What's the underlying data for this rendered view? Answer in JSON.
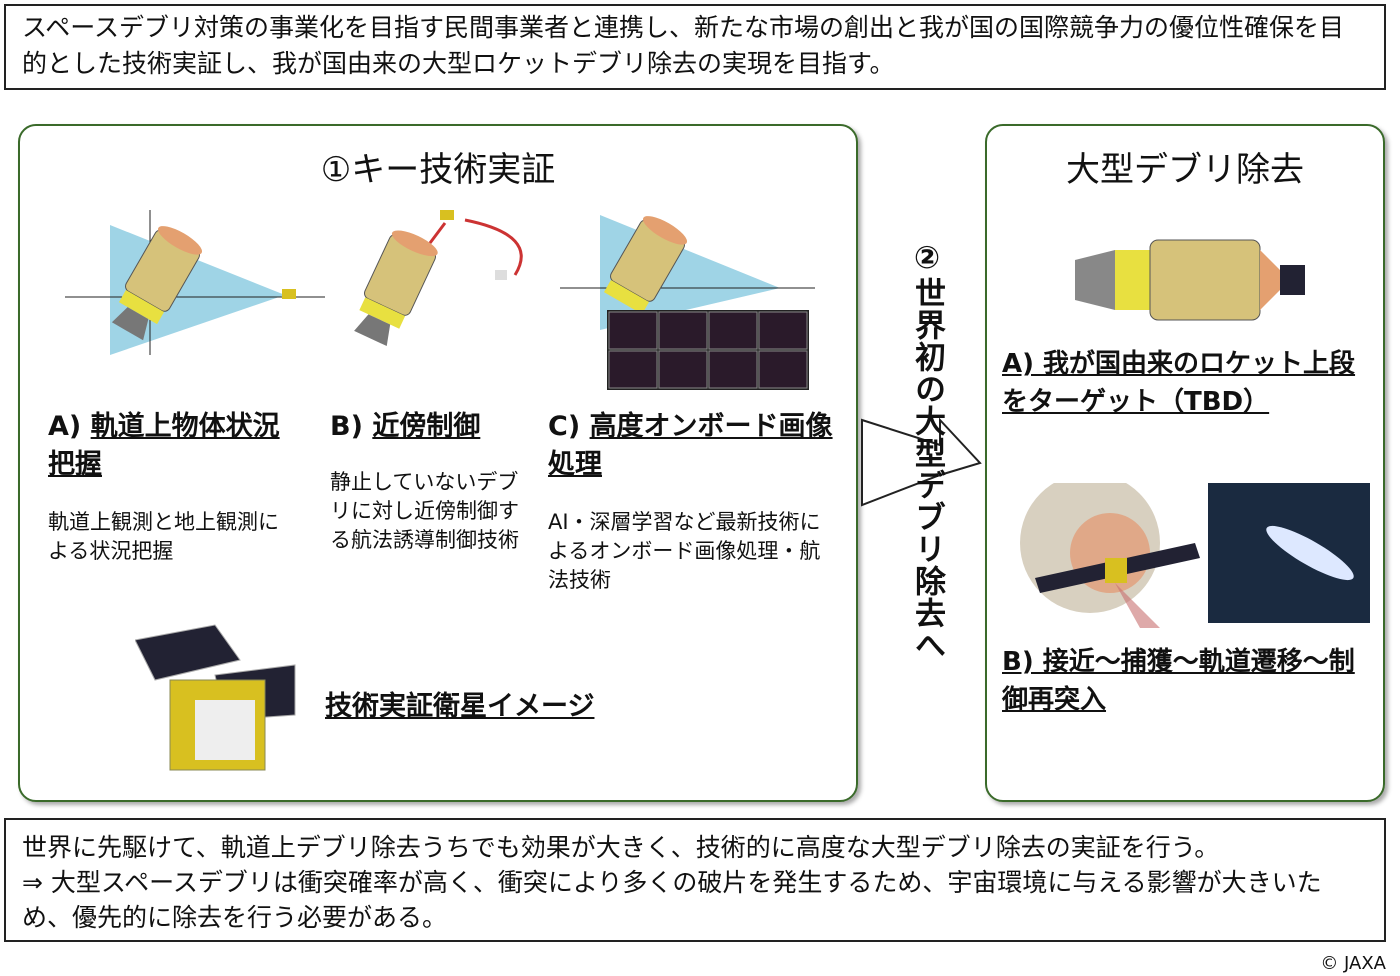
{
  "top_text": "スペースデブリ対策の事業化を目指す民間事業者と連携し、新たな市場の創出と我が国の国際競争力の優位性確保を目的とした技術実証し、我が国由来の大型ロケットデブリ除去の実現を目指す。",
  "left_panel": {
    "title": "①キー技術実証",
    "items": [
      {
        "prefix": "A) ",
        "heading": "軌道上物体状況把握",
        "desc": "軌道上観測と地上観測による状況把握"
      },
      {
        "prefix": "B) ",
        "heading": "近傍制御",
        "desc": "静止していないデブリに対し近傍制御する航法誘導制御技術"
      },
      {
        "prefix": "C) ",
        "heading": "高度オンボード画像処理",
        "desc": "AI・深層学習など最新技術によるオンボード画像処理・航法技術"
      }
    ],
    "satellite_caption": "技術実証衛星イメージ"
  },
  "arrow_text": "②世界初の大型デブリ除去へ",
  "right_panel": {
    "title": "大型デブリ除去",
    "item_a": "A) 我が国由来のロケット上段をターゲット（TBD）",
    "item_b": "B) 接近～捕獲～軌道遷移～制御再突入"
  },
  "bottom_text": {
    "line1": "世界に先駆けて、軌道上デブリ除去うちでも効果が大きく、技術的に高度な大型デブリ除去の実証を行う。",
    "line2": "⇒ 大型スペースデブリは衝突確率が高く、衝突により多くの破片を発生するため、宇宙環境に与える影響が大きいため、優先的に除去を行う必要がある。"
  },
  "copyright": "© JAXA"
}
